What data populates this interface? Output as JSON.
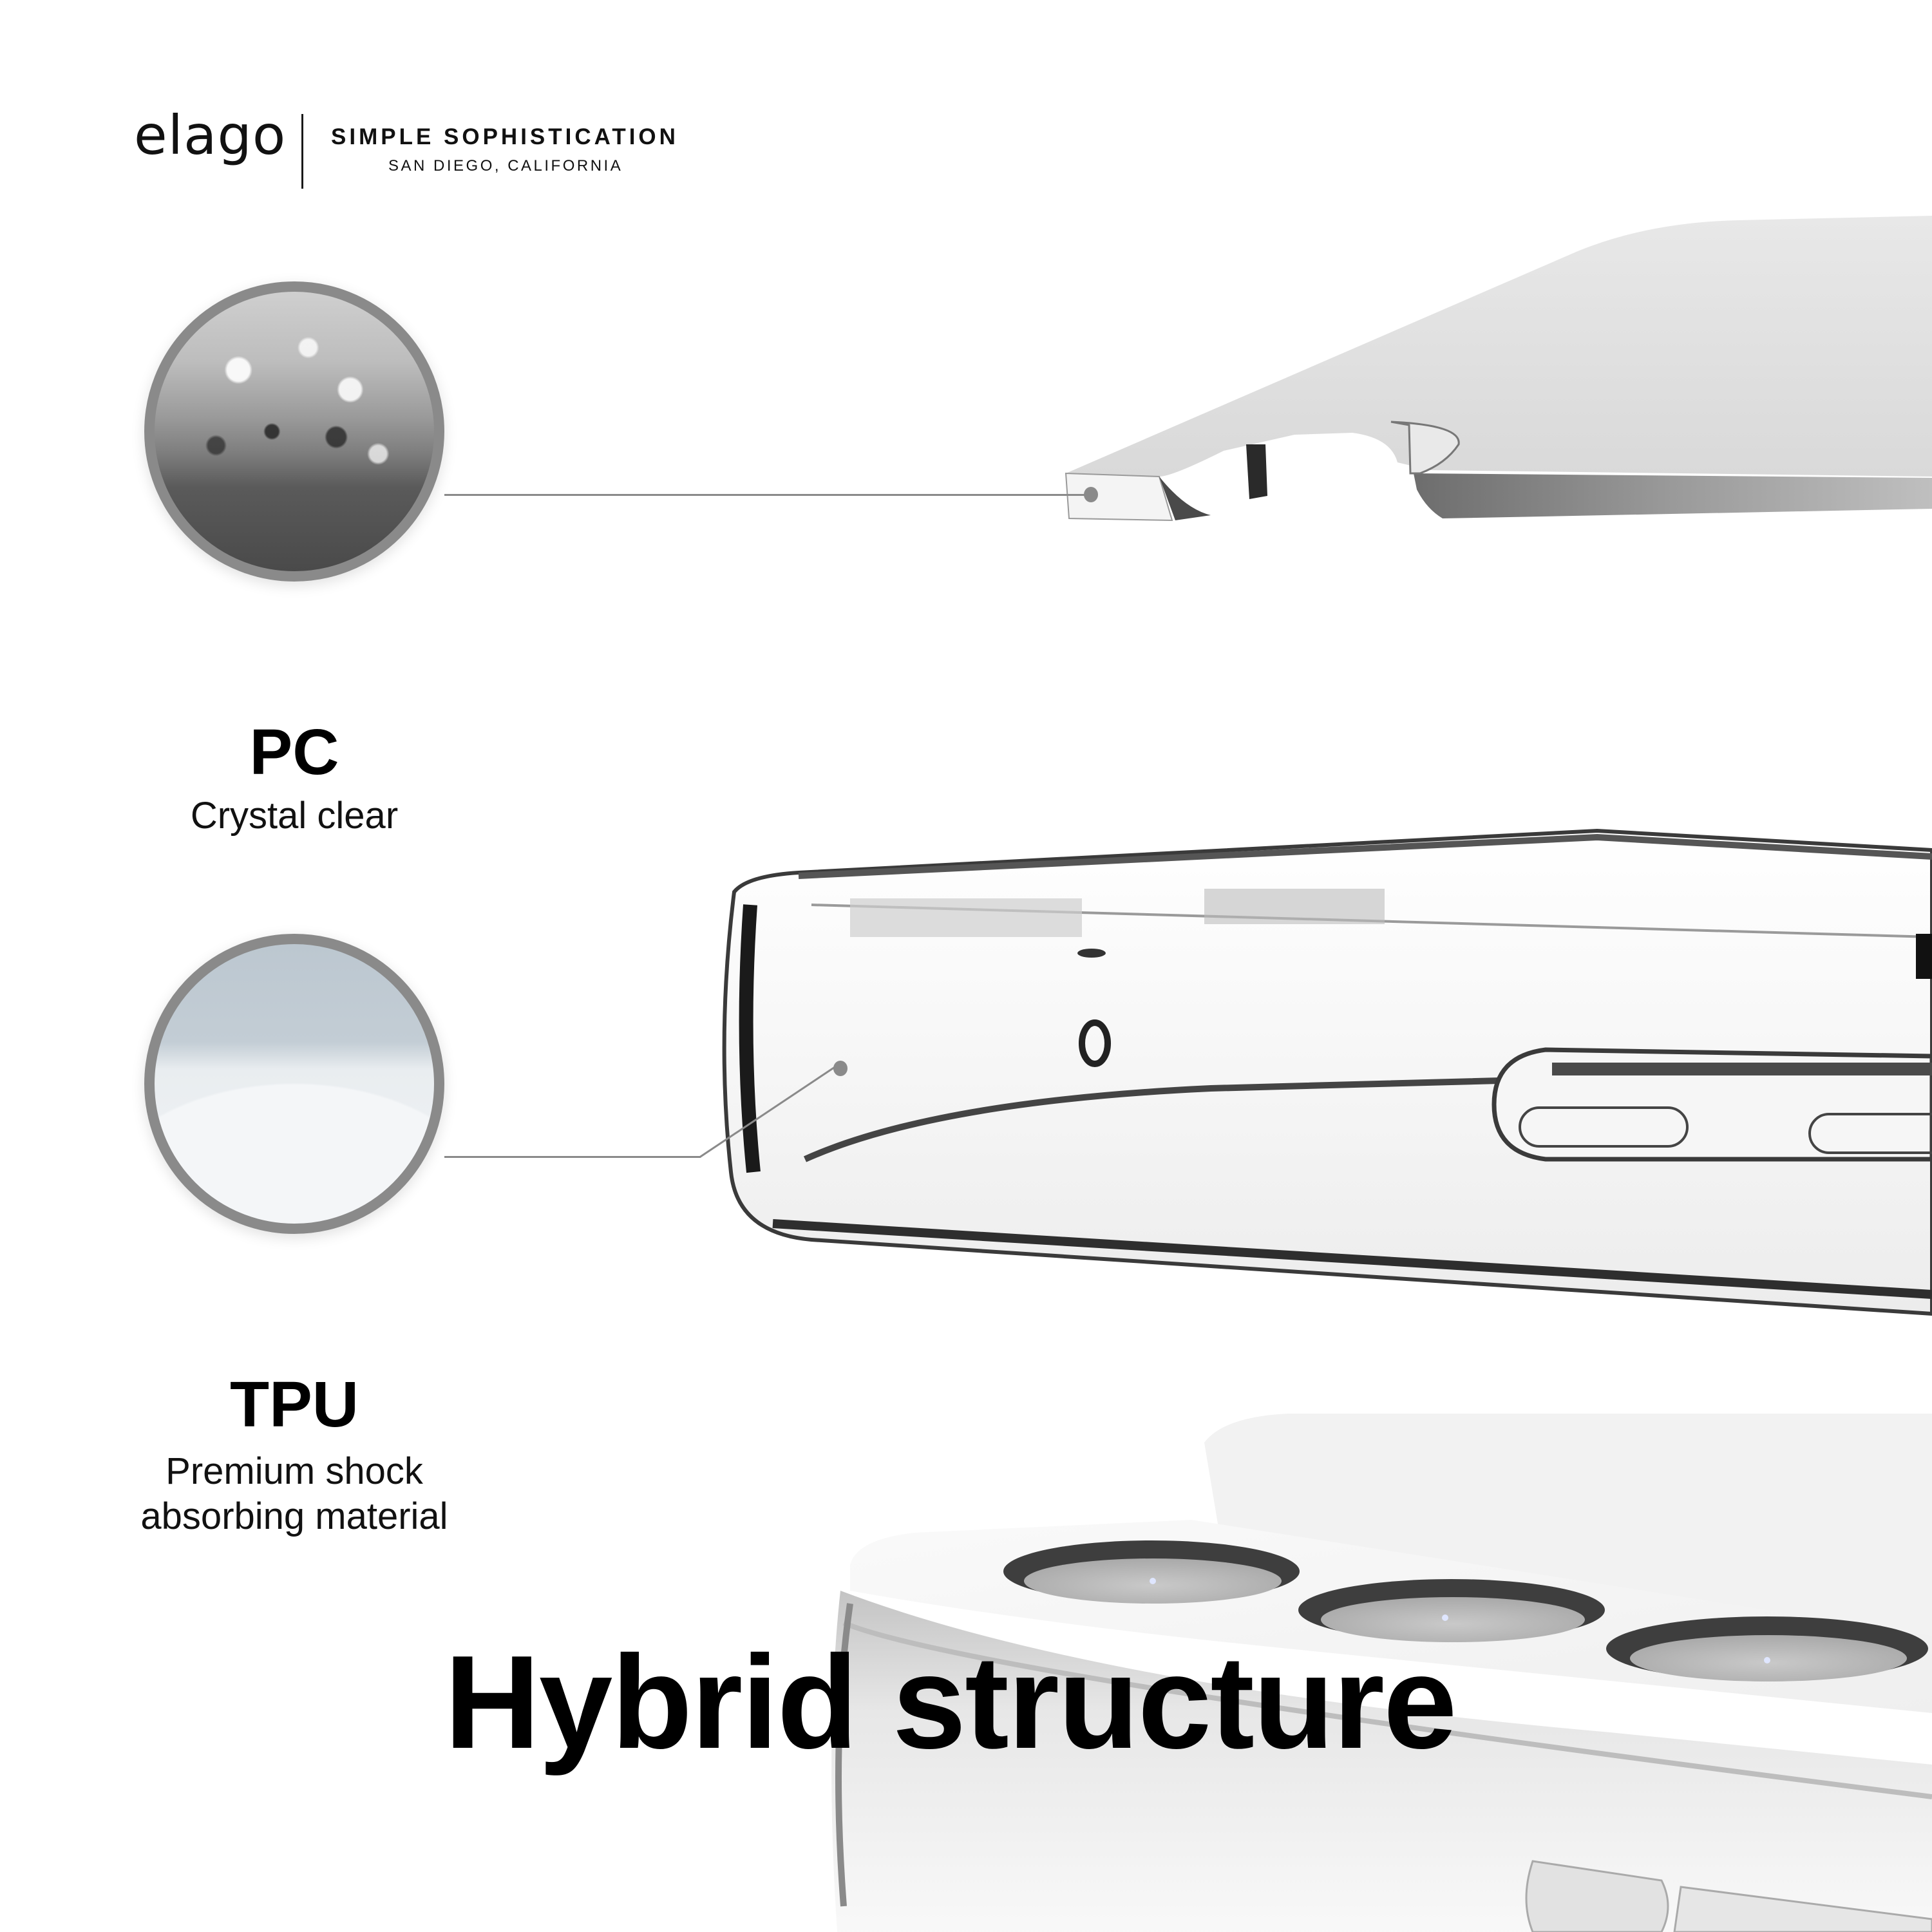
{
  "brand": {
    "logo_text": "elago",
    "tagline": "SIMPLE SOPHISTICATION",
    "location": "SAN DIEGO, CALIFORNIA"
  },
  "materials": [
    {
      "title": "PC",
      "subtitle": "Crystal clear",
      "swatch": "clear-pc-pellets-photo",
      "border_color": "#8a8a8a"
    },
    {
      "title": "TPU",
      "subtitle_lines": [
        "Premium shock",
        "absorbing material"
      ],
      "swatch": "white-tpu-pellets-photo",
      "border_color": "#8a8a8a"
    }
  ],
  "renders": {
    "top": "pc-back-shell",
    "middle": "tpu-bumper-frame",
    "bottom": "phone-with-triple-camera"
  },
  "headline": "Hybrid structure",
  "colors": {
    "background": "#ffffff",
    "text": "#000000",
    "accent_gray": "#8a8a8a"
  }
}
